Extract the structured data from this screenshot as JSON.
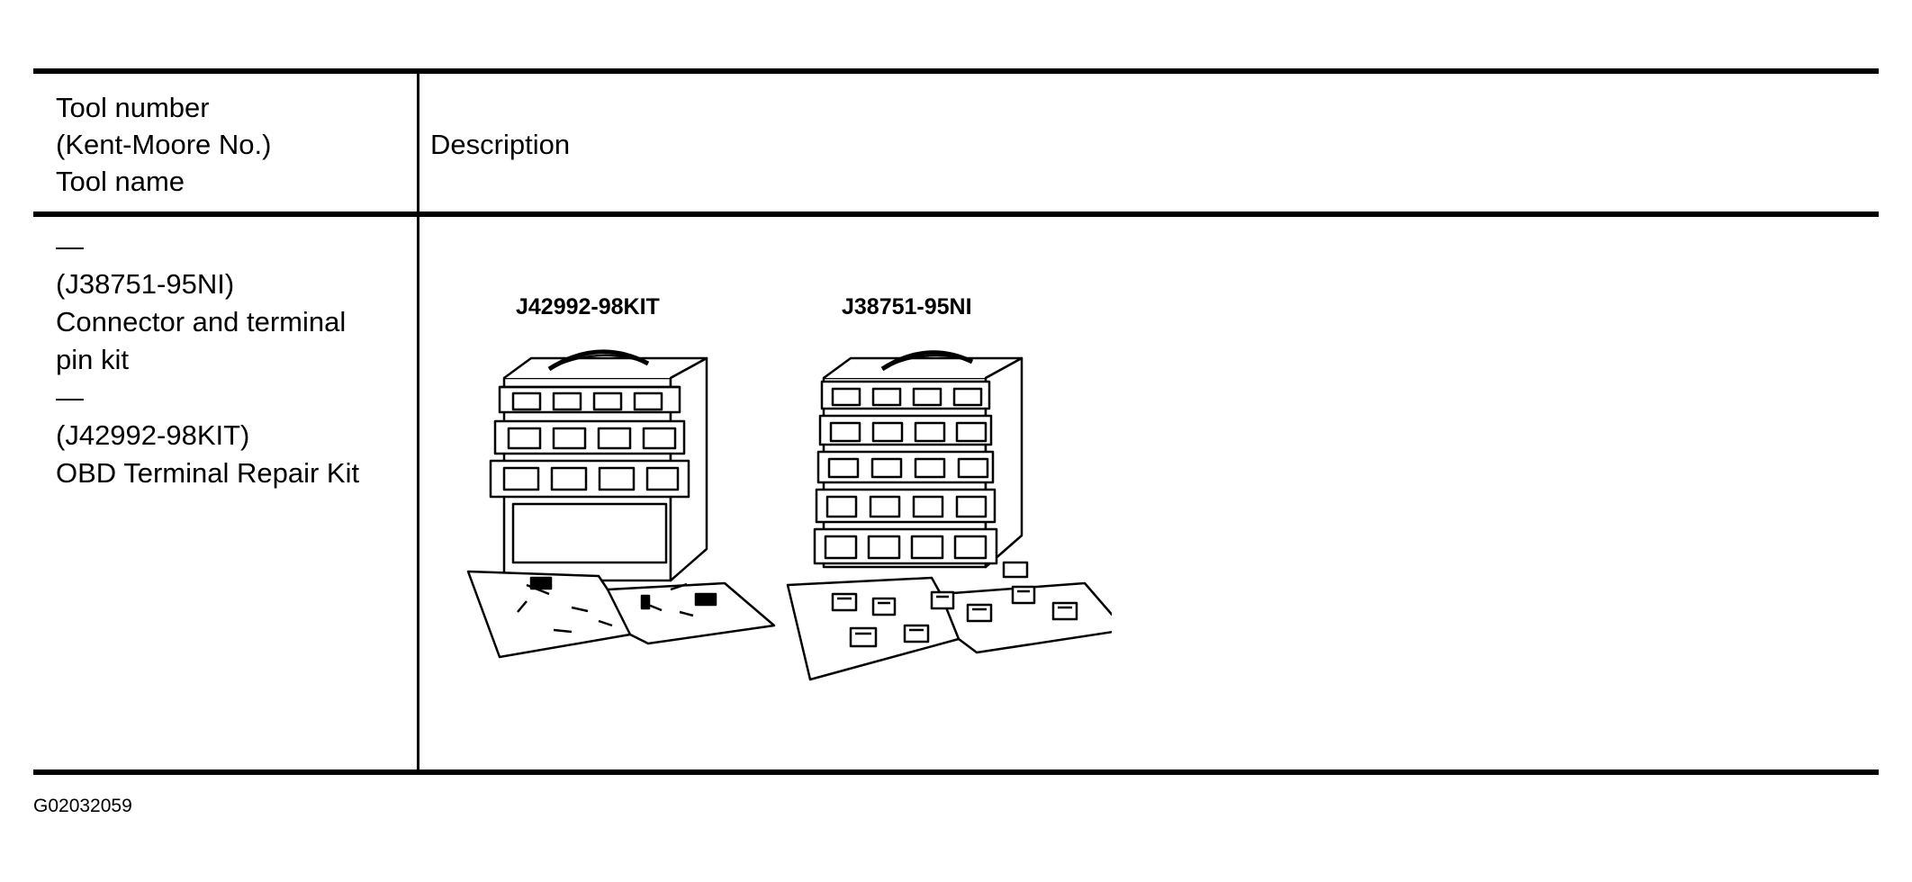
{
  "table": {
    "header": {
      "tool_number_lines": [
        "Tool number",
        "(Kent-Moore No.)",
        "Tool name"
      ],
      "description": "Description"
    },
    "row": {
      "tool_lines": [
        "—",
        "(J38751-95NI)",
        "Connector and terminal",
        "pin kit",
        "—",
        "(J42992-98KIT)",
        "OBD Terminal Repair Kit"
      ],
      "illustration": {
        "label_left": "J42992-98KIT",
        "label_right": "J38751-95NI"
      }
    }
  },
  "footer": {
    "figure_code": "G02032059"
  }
}
